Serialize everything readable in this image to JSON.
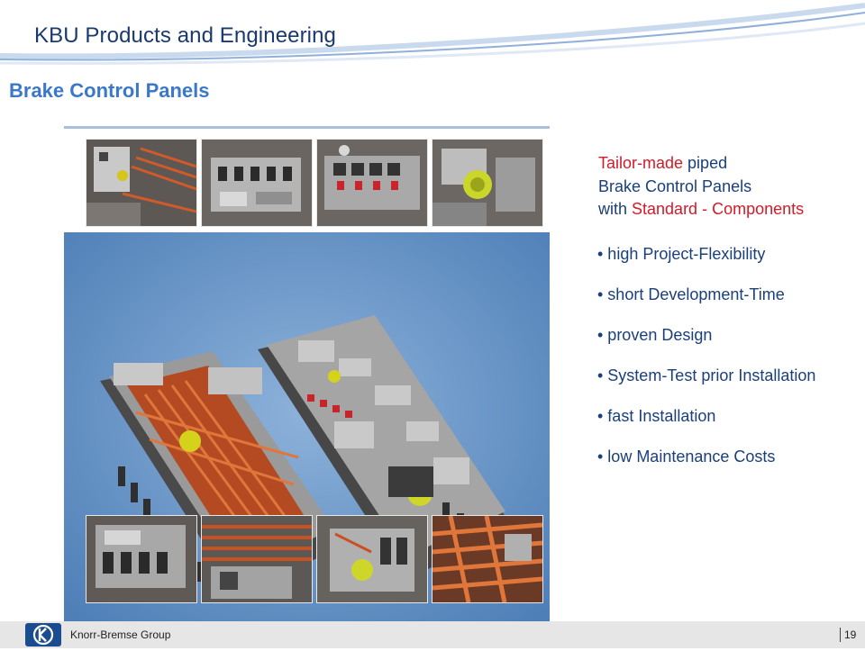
{
  "header": {
    "title": "KBU Products and Engineering"
  },
  "section": {
    "title": "Brake Control Panels"
  },
  "intro": {
    "line1_red": "Tailor-made",
    "line1_rest": " piped",
    "line2": "Brake Control Panels",
    "line3_prefix": "with ",
    "line3_red": "Standard - Components"
  },
  "bullets": [
    "• high Project-Flexibility",
    "• short Development-Time",
    "• proven Design",
    "• System-Test prior Installation",
    "• fast Installation",
    "• low Maintenance Costs"
  ],
  "footer": {
    "company": "Knorr-Bremse Group",
    "page": "19"
  },
  "colors": {
    "title_blue": "#3b78c9",
    "text_blue": "#1a3f7a",
    "accent_red": "#d41a28",
    "render_background": "#6c98c9"
  }
}
